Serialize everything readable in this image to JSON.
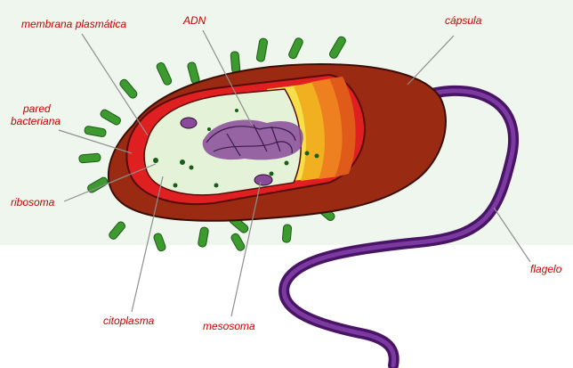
{
  "labels": {
    "membrana_plasmatica": "membrana plasmática",
    "adn": "ADN",
    "capsula": "cápsula",
    "pared_line1": "pared",
    "pared_line2": "bacteriana",
    "ribosoma": "ribosoma",
    "flagelo": "flagelo",
    "citoplasma": "citoplasma",
    "mesosoma": "mesosoma"
  },
  "colors": {
    "background_top": "#eef6ee",
    "label_text": "#cc0000",
    "leader_line": "#8f8f8f",
    "capsule": "#9a2a12",
    "cell_wall": "#e02020",
    "cytoplasm": "#e4f3d8",
    "dna": "#8a4a9a",
    "pili": "#3c9a2e",
    "flagellum": "#5a1a78",
    "storage_bands": [
      "#f5e04a",
      "#f0b020",
      "#ee8020",
      "#e05a1a"
    ]
  }
}
